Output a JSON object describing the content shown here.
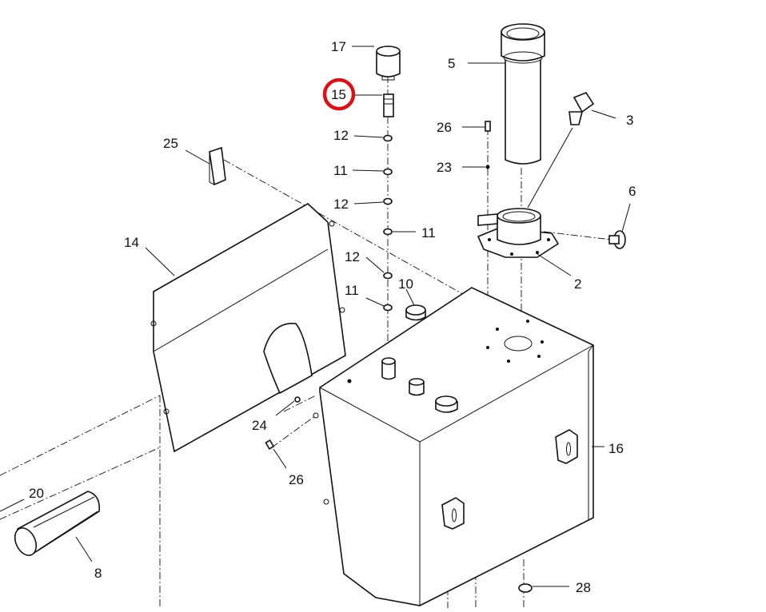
{
  "highlight": {
    "color": "#d0161b",
    "callout": "15"
  },
  "callouts": {
    "p17": "17",
    "p15": "15",
    "p5": "5",
    "p26a": "26",
    "p3": "3",
    "p23": "23",
    "p12a": "12",
    "p11a": "11",
    "p12b": "12",
    "p25": "25",
    "p6": "6",
    "p11b": "11",
    "p14": "14",
    "p12c": "12",
    "p10": "10",
    "p2": "2",
    "p11c": "11",
    "p16": "16",
    "p24": "24",
    "p26b": "26",
    "p20": "20",
    "p8": "8",
    "p28": "28"
  }
}
